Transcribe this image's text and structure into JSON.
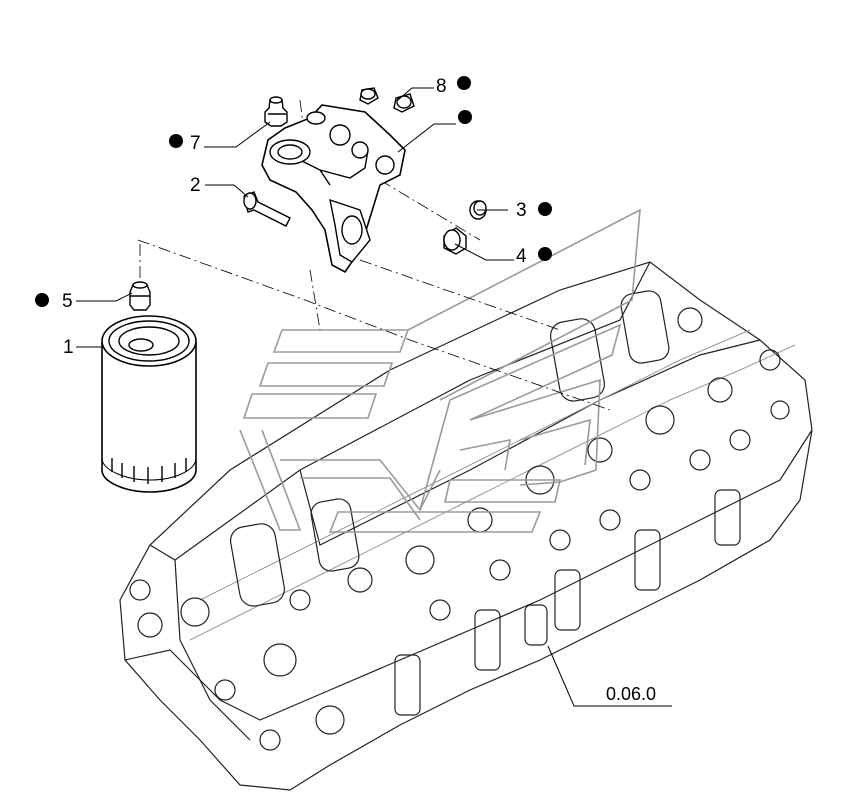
{
  "callouts": {
    "c1": "1",
    "c2": "2",
    "c3": "3",
    "c4": "4",
    "c5": "5",
    "c7": "7",
    "c8": "8"
  },
  "reference": "0.06.0",
  "marker_color": "#000000",
  "watermark_color": "#9a9a9a"
}
